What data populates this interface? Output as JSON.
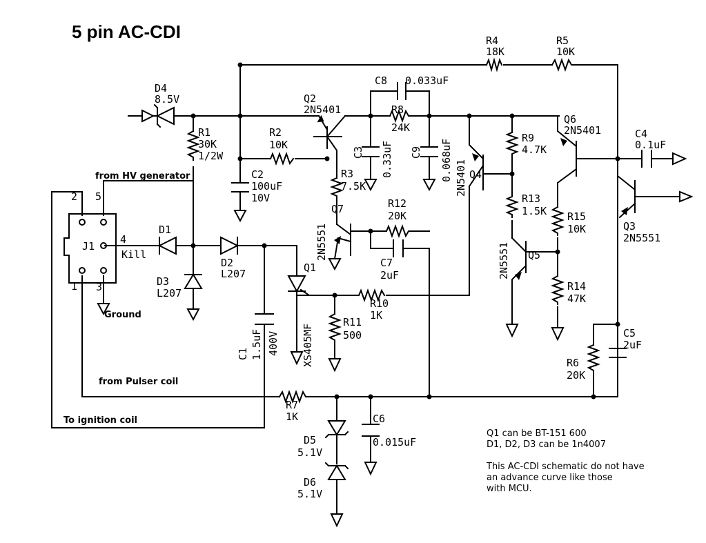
{
  "title": "5 pin AC-CDI",
  "components": {
    "D4": {
      "ref": "D4",
      "value": "8.5V"
    },
    "R1": {
      "ref": "R1",
      "value": "30K",
      "rating": "1/2W"
    },
    "R2": {
      "ref": "R2",
      "value": "10K"
    },
    "C2": {
      "ref": "C2",
      "value": "100uF",
      "rating": "10V"
    },
    "Q2": {
      "ref": "Q2",
      "value": "2N5401"
    },
    "R3": {
      "ref": "R3",
      "value": "7.5K"
    },
    "C8": {
      "ref": "C8",
      "value": "0.033uF"
    },
    "R8": {
      "ref": "R8",
      "value": "24K"
    },
    "C3": {
      "ref": "C3",
      "value": "0.33uF"
    },
    "C9": {
      "ref": "C9",
      "value": "0.068uF"
    },
    "R4": {
      "ref": "R4",
      "value": "18K"
    },
    "R5": {
      "ref": "R5",
      "value": "10K"
    },
    "R9": {
      "ref": "R9",
      "value": "4.7K"
    },
    "Q4": {
      "ref": "Q4",
      "value": "2N5401"
    },
    "Q6": {
      "ref": "Q6",
      "value": "2N5401"
    },
    "C4": {
      "ref": "C4",
      "value": "0.1uF"
    },
    "R13": {
      "ref": "R13",
      "value": "1.5K"
    },
    "R15": {
      "ref": "R15",
      "value": "10K"
    },
    "Q3": {
      "ref": "Q3",
      "value": "2N5551"
    },
    "Q5": {
      "ref": "Q5",
      "value": "2N5551"
    },
    "R14": {
      "ref": "R14",
      "value": "47K"
    },
    "Q7": {
      "ref": "Q7",
      "value": "2N5551"
    },
    "R12": {
      "ref": "R12",
      "value": "20K"
    },
    "C7": {
      "ref": "C7",
      "value": "2uF"
    },
    "J1": {
      "ref": "J1"
    },
    "D1": {
      "ref": "D1"
    },
    "D2": {
      "ref": "D2",
      "value": "L207"
    },
    "D3": {
      "ref": "D3",
      "value": "L207"
    },
    "Q1": {
      "ref": "Q1",
      "value": "XS405MF"
    },
    "R10": {
      "ref": "R10",
      "value": "1K"
    },
    "R11": {
      "ref": "R11",
      "value": "500"
    },
    "C1": {
      "ref": "C1",
      "value": "1.5uF",
      "rating": "400V"
    },
    "C5": {
      "ref": "C5",
      "value": "2uF"
    },
    "R6": {
      "ref": "R6",
      "value": "20K"
    },
    "R7": {
      "ref": "R7",
      "value": "1K"
    },
    "C6": {
      "ref": "C6",
      "value": "0.015uF"
    },
    "D5": {
      "ref": "D5",
      "value": "5.1V"
    },
    "D6": {
      "ref": "D6",
      "value": "5.1V"
    }
  },
  "pins": {
    "p1": "1",
    "p2": "2",
    "p3": "3",
    "p4": "4",
    "p5": "5",
    "kill": "Kill"
  },
  "labels": {
    "hv": "from HV generator",
    "ground": "Ground",
    "pulser": "from Pulser coil",
    "ignition": "To ignition coil"
  },
  "notes": [
    "Q1 can be BT-151 600",
    "D1, D2, D3 can be 1n4007",
    "This AC-CDI schematic do not have",
    " an advance curve like those",
    "with MCU."
  ]
}
